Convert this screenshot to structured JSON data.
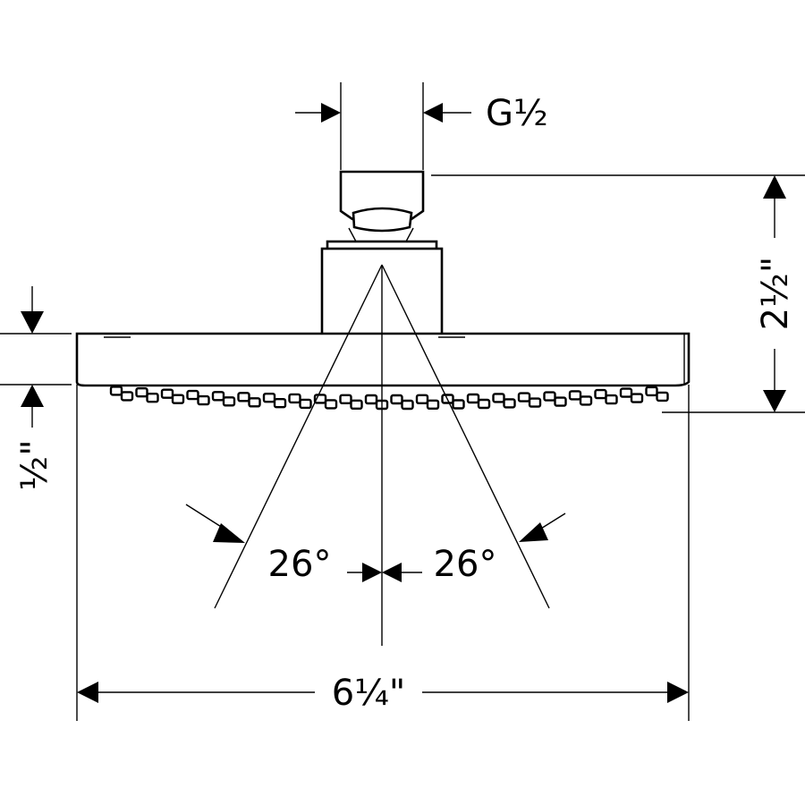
{
  "drawing": {
    "labels": {
      "thread": "G½",
      "height": "2½\"",
      "plate_thickness": "½\"",
      "width": "6¼\"",
      "angle_left": "26°",
      "angle_right": "26°"
    }
  }
}
